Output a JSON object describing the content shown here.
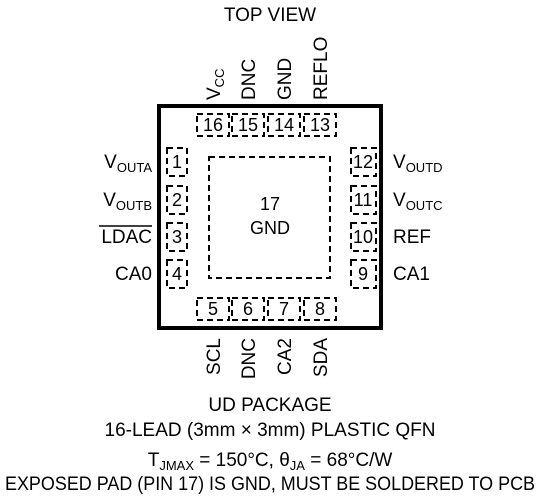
{
  "title": "TOP VIEW",
  "pins": {
    "p1": {
      "num": "1",
      "name": "V",
      "sub": "OUTA"
    },
    "p2": {
      "num": "2",
      "name": "V",
      "sub": "OUTB"
    },
    "p3": {
      "num": "3",
      "name": "LDAC"
    },
    "p4": {
      "num": "4",
      "name": "CA0"
    },
    "p5": {
      "num": "5",
      "name": "SCL"
    },
    "p6": {
      "num": "6",
      "name": "DNC"
    },
    "p7": {
      "num": "7",
      "name": "CA2"
    },
    "p8": {
      "num": "8",
      "name": "SDA"
    },
    "p9": {
      "num": "9",
      "name": "CA1"
    },
    "p10": {
      "num": "10",
      "name": "REF"
    },
    "p11": {
      "num": "11",
      "name": "V",
      "sub": "OUTC"
    },
    "p12": {
      "num": "12",
      "name": "V",
      "sub": "OUTD"
    },
    "p13": {
      "num": "13",
      "name": "REFLO"
    },
    "p14": {
      "num": "14",
      "name": "GND"
    },
    "p15": {
      "num": "15",
      "name": "DNC"
    },
    "p16": {
      "num": "16",
      "name": "V",
      "sub": "CC"
    }
  },
  "exposed_pad": {
    "num": "17",
    "name": "GND"
  },
  "package": {
    "line1": "UD PACKAGE",
    "line2": "16-LEAD (3mm × 3mm) PLASTIC QFN",
    "thermal": {
      "t": "T",
      "t_sub": "JMAX",
      "t_val": " = 150°C, θ",
      "ja_sub": "JA",
      "ja_val": " = 68°C/W"
    },
    "line4": "EXPOSED PAD (PIN 17) IS GND, MUST BE SOLDERED TO PCB"
  }
}
